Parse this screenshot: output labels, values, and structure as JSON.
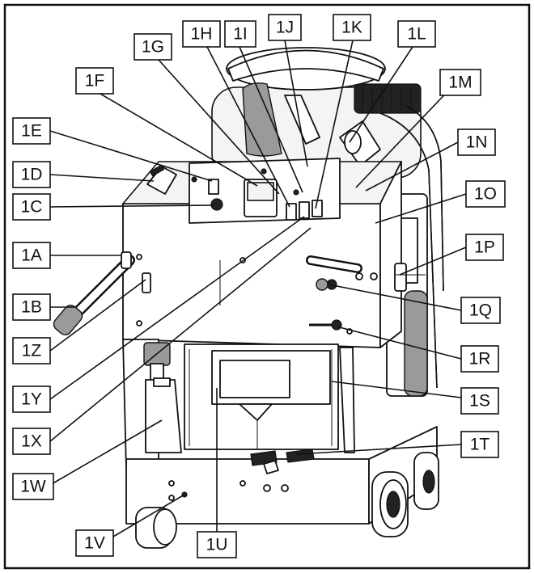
{
  "callouts": [
    {
      "id": "1A",
      "label": "1A"
    },
    {
      "id": "1B",
      "label": "1B"
    },
    {
      "id": "1C",
      "label": "1C"
    },
    {
      "id": "1D",
      "label": "1D"
    },
    {
      "id": "1E",
      "label": "1E"
    },
    {
      "id": "1F",
      "label": "1F"
    },
    {
      "id": "1G",
      "label": "1G"
    },
    {
      "id": "1H",
      "label": "1H"
    },
    {
      "id": "1I",
      "label": "1I"
    },
    {
      "id": "1J",
      "label": "1J"
    },
    {
      "id": "1K",
      "label": "1K"
    },
    {
      "id": "1L",
      "label": "1L"
    },
    {
      "id": "1M",
      "label": "1M"
    },
    {
      "id": "1N",
      "label": "1N"
    },
    {
      "id": "1O",
      "label": "1O"
    },
    {
      "id": "1P",
      "label": "1P"
    },
    {
      "id": "1Q",
      "label": "1Q"
    },
    {
      "id": "1R",
      "label": "1R"
    },
    {
      "id": "1S",
      "label": "1S"
    },
    {
      "id": "1T",
      "label": "1T"
    },
    {
      "id": "1U",
      "label": "1U"
    },
    {
      "id": "1V",
      "label": "1V"
    },
    {
      "id": "1W",
      "label": "1W"
    },
    {
      "id": "1X",
      "label": "1X"
    },
    {
      "id": "1Y",
      "label": "1Y"
    },
    {
      "id": "1Z",
      "label": "1Z"
    }
  ],
  "colors": {
    "line": "#111111",
    "background": "#ffffff"
  }
}
